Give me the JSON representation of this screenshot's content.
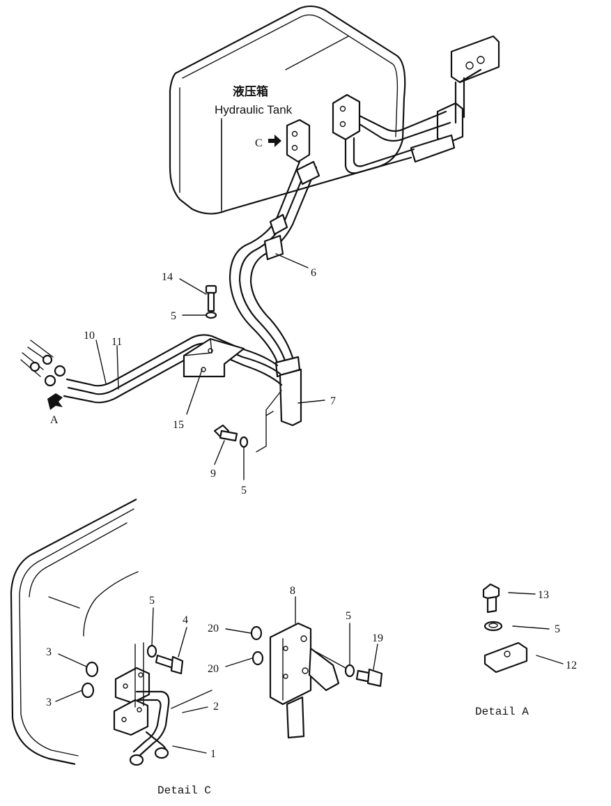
{
  "tank_label": {
    "chinese": "液压箱",
    "english": "Hydraulic Tank"
  },
  "view_markers": {
    "c": "C",
    "a": "A"
  },
  "captions": {
    "detail_c": "Detail C",
    "detail_a": "Detail A"
  },
  "part_numbers": {
    "p1": "1",
    "p2": "2",
    "p3a": "3",
    "p3b": "3",
    "p4": "4",
    "p5a": "5",
    "p5b": "5",
    "p5c": "5",
    "p5d": "5",
    "p5e": "5",
    "p6": "6",
    "p7": "7",
    "p8": "8",
    "p9": "9",
    "p10": "10",
    "p11": "11",
    "p12": "12",
    "p13": "13",
    "p14": "14",
    "p15": "15",
    "p19": "19",
    "p20a": "20",
    "p20b": "20"
  }
}
